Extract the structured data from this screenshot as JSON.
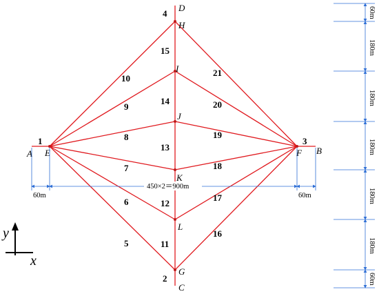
{
  "colors": {
    "member": "#e0191e",
    "dimension": "#2f6fd6",
    "text": "#000000"
  },
  "nodes": {
    "n1": "1",
    "n2": "2",
    "n3": "3",
    "n4": "4"
  },
  "points": {
    "A": "A",
    "B": "B",
    "C": "C",
    "D": "D",
    "E": "E",
    "F": "F",
    "G": "G",
    "H": "H",
    "I": "I",
    "J": "J",
    "K": "K",
    "L": "L"
  },
  "members": [
    "5",
    "6",
    "7",
    "8",
    "9",
    "10",
    "11",
    "12",
    "13",
    "14",
    "15",
    "16",
    "17",
    "18",
    "19",
    "20",
    "21"
  ],
  "dimensions": {
    "left_end": "60m",
    "span": "450×2＝900m",
    "right_end": "60m",
    "vertical": [
      "60m",
      "180m",
      "180m",
      "180m",
      "180m",
      "180m",
      "60m"
    ]
  },
  "axes": {
    "x": "x",
    "y": "y"
  }
}
